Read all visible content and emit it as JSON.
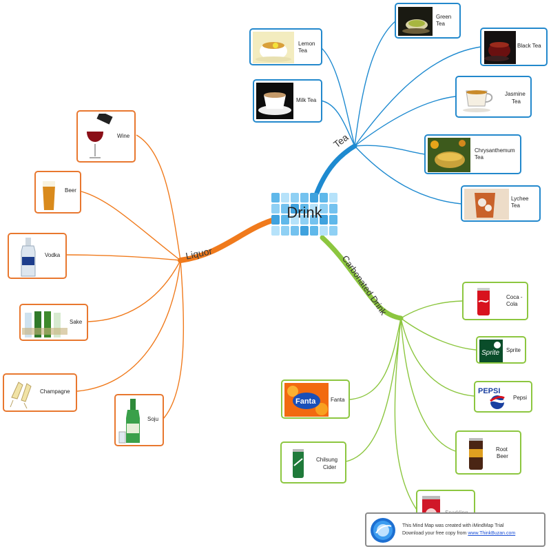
{
  "center": {
    "label": "Drink"
  },
  "branches": {
    "tea": {
      "label": "Tea",
      "color": "#1e8ad0"
    },
    "liquor": {
      "label": "Liquor",
      "color": "#f07a1c"
    },
    "carbonated": {
      "label": "Carbonated Drink",
      "color": "#8cc63f"
    }
  },
  "tea_items": [
    "Green Tea",
    "Black Tea",
    "Lemon Tea",
    "Milk Tea",
    "Jasmine Tea",
    "Chrysanthemum Tea",
    "Lychee Tea"
  ],
  "liquor_items": [
    "Wine",
    "Beer",
    "Vodka",
    "Sake",
    "Champagne",
    "Soju"
  ],
  "carbonated_items": [
    "Coca - Cola",
    "Sprite",
    "Pepsi",
    "Fanta",
    "Root Beer",
    "Chilsung Cider",
    "Sparkling Water"
  ],
  "notice": {
    "line1": "This Mind Map was created with iMindMap Trial",
    "line2_prefix": "Download your free copy from",
    "link": "www.ThinkBuzan.com"
  }
}
